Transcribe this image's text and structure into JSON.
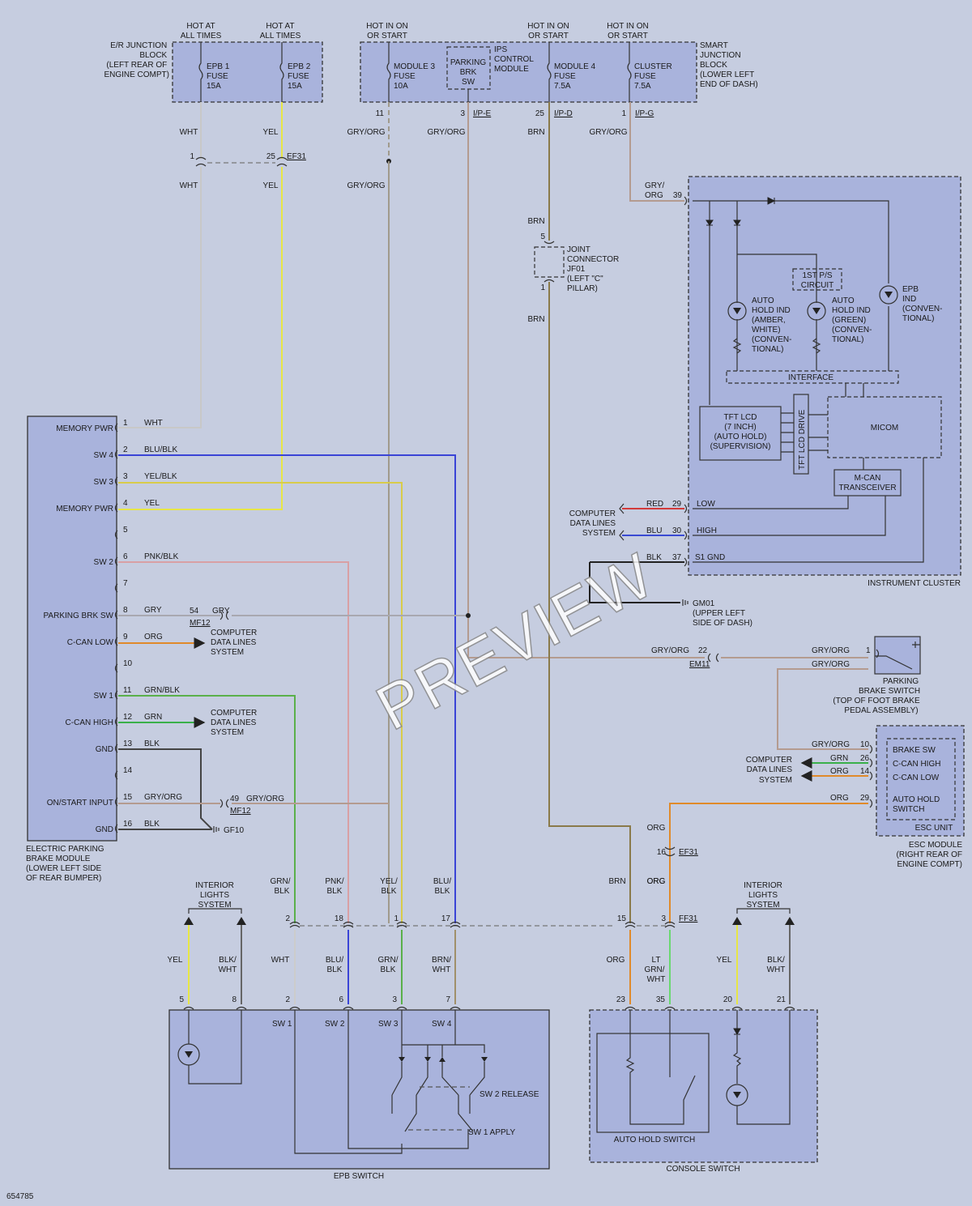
{
  "top": {
    "hot_all_1": [
      "HOT AT",
      "ALL TIMES"
    ],
    "hot_all_2": [
      "HOT AT",
      "ALL TIMES"
    ],
    "hot_on_1": [
      "HOT IN ON",
      "OR START"
    ],
    "hot_on_2": [
      "HOT IN ON",
      "OR START"
    ],
    "hot_on_3": [
      "HOT IN ON",
      "OR START"
    ]
  },
  "er_block": {
    "label": [
      "E/R JUNCTION",
      "BLOCK",
      "(LEFT REAR OF",
      "ENGINE COMPT)"
    ],
    "fuse1": [
      "EPB 1",
      "FUSE",
      "15A"
    ],
    "fuse2": [
      "EPB 2",
      "FUSE",
      "15A"
    ]
  },
  "smart_block": {
    "label": [
      "SMART",
      "JUNCTION",
      "BLOCK",
      "(LOWER LEFT",
      "END OF DASH)"
    ],
    "module3": [
      "MODULE 3",
      "FUSE",
      "10A"
    ],
    "parking": [
      "PARKING",
      "BRK",
      "SW"
    ],
    "ips": [
      "IPS",
      "CONTROL",
      "MODULE"
    ],
    "module4": [
      "MODULE 4",
      "FUSE",
      "7.5A"
    ],
    "cluster": [
      "CLUSTER",
      "FUSE",
      "7.5A"
    ],
    "pins": [
      "11",
      "3",
      "25",
      "1"
    ],
    "conns": [
      "I/P-E",
      "I/P-D",
      "I/P-G"
    ]
  },
  "wires": {
    "wht": "WHT",
    "yel": "YEL",
    "gry_org": "GRY/ORG",
    "brn": "BRN",
    "gry_org_split": [
      "GRY/",
      "ORG"
    ],
    "ef31_pins": [
      "1",
      "25"
    ],
    "ef31": "EF31"
  },
  "joint": {
    "label": [
      "JOINT",
      "CONNECTOR",
      "JF01",
      "(LEFT \"C\"",
      "PILLAR)"
    ],
    "pins": [
      "5",
      "1"
    ]
  },
  "cluster": {
    "name": "INSTRUMENT CLUSTER",
    "pin39": "39",
    "first_ps": [
      "1ST P/S",
      "CIRCUIT"
    ],
    "auto_amber": [
      "AUTO",
      "HOLD IND",
      "(AMBER,",
      "WHITE)",
      "(CONVEN-",
      "TIONAL)"
    ],
    "auto_green": [
      "AUTO",
      "HOLD IND",
      "(GREEN)",
      "(CONVEN-",
      "TIONAL)"
    ],
    "epb_ind": [
      "EPB",
      "IND",
      "(CONVEN-",
      "TIONAL)"
    ],
    "interface": "INTERFACE",
    "tft": [
      "TFT LCD",
      "(7 INCH)",
      "(AUTO HOLD)",
      "(SUPERVISION)"
    ],
    "tft_drive": "TFT LCD DRIVE",
    "micom": "MICOM",
    "mcan": [
      "M-CAN",
      "TRANSCEIVER"
    ],
    "lines": [
      {
        "color": "RED",
        "pin": "29",
        "name": "LOW"
      },
      {
        "color": "BLU",
        "pin": "30",
        "name": "HIGH"
      },
      {
        "color": "BLK",
        "pin": "37",
        "name": "S1 GND"
      }
    ],
    "cdl": [
      "COMPUTER",
      "DATA LINES",
      "SYSTEM"
    ]
  },
  "ground_gm01": [
    "GM01",
    "(UPPER LEFT",
    "SIDE OF DASH)"
  ],
  "epb_module": {
    "pins": [
      {
        "label": "MEMORY PWR",
        "num": "1",
        "wire": "WHT"
      },
      {
        "label": "SW 4",
        "num": "2",
        "wire": "BLU/BLK"
      },
      {
        "label": "SW 3",
        "num": "3",
        "wire": "YEL/BLK"
      },
      {
        "label": "MEMORY PWR",
        "num": "4",
        "wire": "YEL"
      },
      {
        "label": "",
        "num": "5",
        "wire": ""
      },
      {
        "label": "SW 2",
        "num": "6",
        "wire": "PNK/BLK"
      },
      {
        "label": "",
        "num": "7",
        "wire": ""
      },
      {
        "label": "PARKING BRK SW",
        "num": "8",
        "wire": "GRY"
      },
      {
        "label": "C-CAN LOW",
        "num": "9",
        "wire": "ORG"
      },
      {
        "label": "",
        "num": "10",
        "wire": ""
      },
      {
        "label": "SW 1",
        "num": "11",
        "wire": "GRN/BLK"
      },
      {
        "label": "C-CAN HIGH",
        "num": "12",
        "wire": "GRN"
      },
      {
        "label": "GND",
        "num": "13",
        "wire": "BLK"
      },
      {
        "label": "",
        "num": "14",
        "wire": ""
      },
      {
        "label": "ON/START INPUT",
        "num": "15",
        "wire": "GRY/ORG"
      },
      {
        "label": "GND",
        "num": "16",
        "wire": "BLK"
      }
    ],
    "name": [
      "ELECTRIC PARKING",
      "BRAKE MODULE",
      "(LOWER LEFT SIDE",
      "OF REAR BUMPER)"
    ],
    "mf12a": [
      "54",
      "GRY",
      "MF12"
    ],
    "mf12b": [
      "49",
      "GRY/ORG",
      "MF12"
    ],
    "cdl1": [
      "COMPUTER",
      "DATA LINES",
      "SYSTEM"
    ],
    "cdl2": [
      "COMPUTER",
      "DATA LINES",
      "SYSTEM"
    ],
    "gf10": "GF10"
  },
  "em11": {
    "wire": "GRY/ORG",
    "pin": "22",
    "conn": "EM11"
  },
  "pbs": {
    "wires": [
      "GRY/ORG",
      "GRY/ORG"
    ],
    "pin": "1",
    "label": [
      "PARKING",
      "BRAKE SWITCH",
      "(TOP OF FOOT BRAKE",
      "PEDAL ASSEMBLY)"
    ]
  },
  "esc": {
    "rows": [
      {
        "wire": "GRY/ORG",
        "pin": "10",
        "label": "BRAKE SW"
      },
      {
        "wire": "GRN",
        "pin": "26",
        "label": "C-CAN HIGH"
      },
      {
        "wire": "ORG",
        "pin": "14",
        "label": "C-CAN LOW"
      },
      {
        "wire": "ORG",
        "pin": "29",
        "label": [
          "AUTO HOLD",
          "SWITCH"
        ]
      }
    ],
    "cdl": [
      "COMPUTER",
      "DATA LINES",
      "SYSTEM"
    ],
    "unit": "ESC UNIT",
    "module": [
      "ESC MODULE",
      "(RIGHT REAR OF",
      "ENGINE COMPT)"
    ]
  },
  "ef31r": {
    "org1": "ORG",
    "pin16": "16",
    "conn": "EF31",
    "org2": "ORG"
  },
  "ff31": {
    "upper_wires": [
      [
        "GRN/",
        "BLK"
      ],
      [
        "PNK/",
        "BLK"
      ],
      [
        "YEL/",
        "BLK"
      ],
      [
        "BLU/",
        "BLK"
      ],
      "BRN",
      "ORG"
    ],
    "pins": [
      "2",
      "18",
      "1",
      "17",
      "15",
      "3"
    ],
    "conn": "FF31",
    "lower_wires": [
      "WHT",
      [
        "BLU/",
        "BLK"
      ],
      [
        "GRN/",
        "BLK"
      ],
      [
        "BRN/",
        "WHT"
      ],
      "ORG",
      [
        "LT",
        "GRN/",
        "WHT"
      ]
    ]
  },
  "interior_lights": [
    "INTERIOR",
    "LIGHTS",
    "SYSTEM"
  ],
  "interior_lights_2": [
    "INTERIOR",
    "LIGHTS",
    "SYSTEM"
  ],
  "epb_switch": {
    "name": "EPB SWITCH",
    "wires": [
      "YEL",
      [
        "BLK/",
        "WHT"
      ]
    ],
    "pins": [
      "5",
      "8",
      "2",
      "6",
      "3",
      "7"
    ],
    "sw_labels": [
      "SW 1",
      "SW 2",
      "SW 3",
      "SW 4"
    ],
    "release": "SW 2 RELEASE",
    "apply": "SW 1 APPLY"
  },
  "console_switch": {
    "name": "CONSOLE SWITCH",
    "auto_hold": "AUTO HOLD SWITCH",
    "wires": [
      "YEL",
      [
        "BLK/",
        "WHT"
      ]
    ],
    "pins": [
      "23",
      "35",
      "20",
      "21"
    ]
  },
  "watermark": "PREVIEW",
  "footer_id": "654785"
}
